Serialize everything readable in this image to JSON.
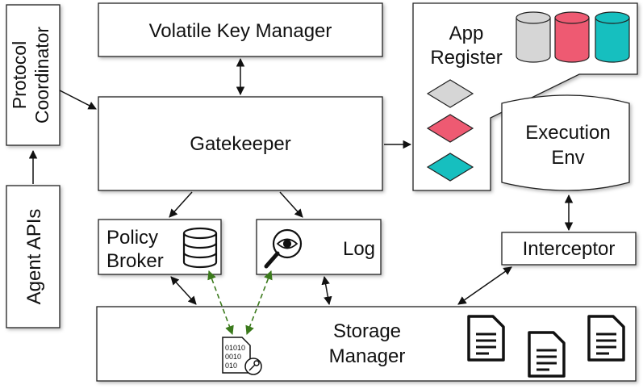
{
  "components": {
    "volatile_key_manager": "Volatile Key Manager",
    "gatekeeper": "Gatekeeper",
    "app_register": {
      "line1": "App",
      "line2": "Register"
    },
    "execution_env": {
      "line1": "Execution",
      "line2": "Env"
    },
    "interceptor": "Interceptor",
    "policy_broker": {
      "line1": "Policy",
      "line2": "Broker"
    },
    "log": "Log",
    "storage_manager": {
      "line1": "Storage",
      "line2": "Manager"
    },
    "protocol_coordinator": {
      "line1": "Protocol",
      "line2": "Coordinator"
    },
    "agent_apis": "Agent APIs"
  },
  "encrypted_file_digits": [
    "01010",
    "0010",
    "010"
  ],
  "colors": {
    "gray": "#d6d6d6",
    "pink": "#ee5a72",
    "teal": "#16bfbf",
    "dashed_arrow": "#3b7a1c"
  },
  "icons": [
    "database-icon",
    "magnifier-eye-icon",
    "binary-file-key-icon",
    "document-icon",
    "cylinder-icon",
    "diamond-icon"
  ]
}
